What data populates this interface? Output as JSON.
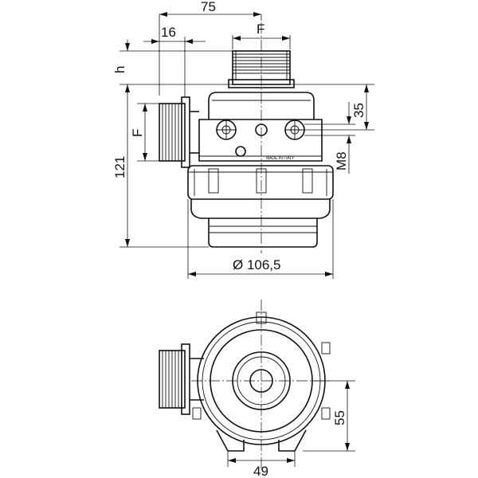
{
  "dimensions": {
    "width_75": "75",
    "offset_16": "16",
    "thread_top": "F",
    "thread_side": "F",
    "h": "h",
    "height_121": "121",
    "height_35": "35",
    "bolt_m8": "M8",
    "diameter": "Ø 106,5",
    "bottom_55": "55",
    "bottom_49": "49"
  },
  "body_text": "MADE IN ITALY"
}
